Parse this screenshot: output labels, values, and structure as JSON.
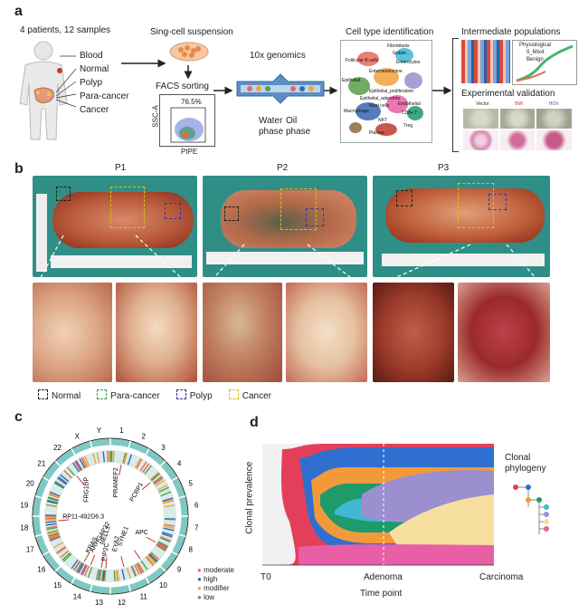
{
  "panels": {
    "a": {
      "label": "a",
      "patients_text": "4 patients, 12 samples",
      "sample_types": [
        "Blood",
        "Normal",
        "Polyp",
        "Para-cancer",
        "Cancer"
      ],
      "suspension": "Sing-cell suspension",
      "facs": "FACS sorting",
      "facs_percent": "76.5%",
      "facs_yaxis": "SSC-A",
      "facs_xaxis": "PIPE",
      "genomics": "10x genomics",
      "water_phase": "Water\nphase",
      "oil_phase": "Oil\nphase",
      "cell_type_title": "Cell type identification",
      "tsne_labels": [
        "Fibroblasts",
        "Goblet",
        "Follicular B cells",
        "Enterocytes",
        "Enteroendocrine",
        "Epithelial",
        "Epithelial_adenoma",
        "Epithelial_proliferation",
        "Mast cells",
        "Macrophage",
        "Endothelial",
        "CD8+ T",
        "NKT",
        "Treg",
        "Plasma"
      ],
      "intermediate_title": "Intermediate populations",
      "intermediate_labels": [
        "Physiological",
        "0_Mix4",
        "Benign"
      ],
      "validation_title": "Experimental validation",
      "validation_labels": [
        "Vector",
        "BMI",
        "HOX"
      ]
    },
    "b": {
      "label": "b",
      "patients": [
        "P1",
        "P2",
        "P3"
      ],
      "legend": [
        {
          "label": "Normal",
          "color": "#222222"
        },
        {
          "label": "Para-cancer",
          "color": "#3aa83a"
        },
        {
          "label": "Polyp",
          "color": "#3434a8"
        },
        {
          "label": "Cancer",
          "color": "#d8c21a"
        }
      ]
    },
    "c": {
      "label": "c",
      "chromosomes": [
        "1",
        "2",
        "3",
        "4",
        "5",
        "6",
        "7",
        "8",
        "9",
        "10",
        "11",
        "12",
        "13",
        "14",
        "15",
        "16",
        "17",
        "18",
        "19",
        "20",
        "21",
        "22",
        "X",
        "Y"
      ],
      "genes": [
        "PRAMEF2",
        "PCBP1",
        "FRG1BP",
        "RP11-492D6.3",
        "APC",
        "SYNE1",
        "KRAS",
        "ARHGAP32",
        "NELL1",
        "PIP2C",
        "EYA2"
      ],
      "legend": [
        {
          "label": "moderate",
          "color": "#e8695a"
        },
        {
          "label": "high",
          "color": "#3a66b0"
        },
        {
          "label": "modifier",
          "color": "#f2a33a"
        },
        {
          "label": "low",
          "color": "#5a9e4a"
        }
      ]
    },
    "d": {
      "label": "d",
      "y_label": "Clonal prevalence",
      "x_label": "Time point",
      "x_ticks": [
        "T0",
        "Adenoma",
        "Carcinoma"
      ],
      "phylogeny_title": "Clonal\nphylogeny",
      "clone_colors": [
        "#e43f5a",
        "#2f6fcf",
        "#f29a3a",
        "#1f9a6a",
        "#3fb8d3",
        "#9b8fd0",
        "#f7dfa0",
        "#e85fa5"
      ]
    }
  }
}
